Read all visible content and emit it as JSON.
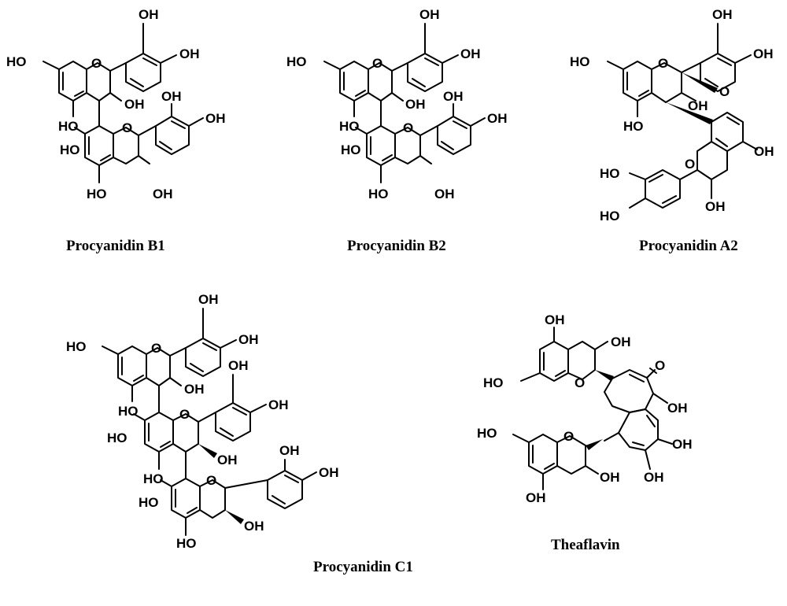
{
  "figure": {
    "compounds": [
      {
        "id": "b1",
        "name": "Procyanidin B1"
      },
      {
        "id": "b2",
        "name": "Procyanidin B2"
      },
      {
        "id": "a2",
        "name": "Procyanidin A2"
      },
      {
        "id": "c1",
        "name": "Procyanidin C1"
      },
      {
        "id": "tf",
        "name": "Theaflavin"
      }
    ]
  },
  "atoms": {
    "hydroxyl": "OH",
    "hydroxyl_left": "HO",
    "oxygen": "O"
  }
}
